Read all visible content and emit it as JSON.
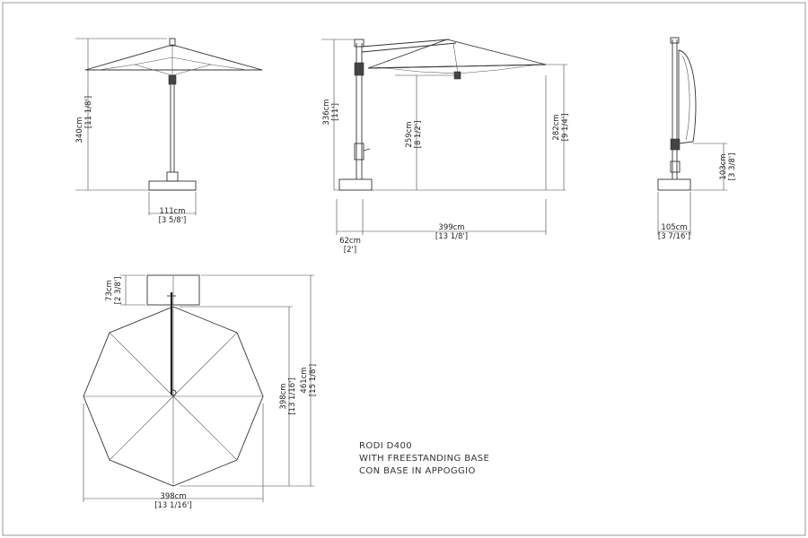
{
  "views": {
    "front": {
      "height_cm": "340cm",
      "height_in": "[11 1/8']",
      "base_cm": "111cm",
      "base_in": "[3 5/8']"
    },
    "side": {
      "height_cm": "336cm",
      "height_in": "[11']",
      "inner_cm": "259cm",
      "inner_in": "[8 1/2']",
      "outer_cm": "282cm",
      "outer_in": "[9 1/4']",
      "span_cm": "399cm",
      "span_in": "[13 1/8']",
      "offset_cm": "62cm",
      "offset_in": "[2']"
    },
    "closed": {
      "height_cm": "103cm",
      "height_in": "[3 3/8']",
      "width_cm": "105cm",
      "width_in": "[3 7/16']"
    },
    "top": {
      "base_cm": "73cm",
      "base_in": "[2 3/8']",
      "canopy_v_cm": "398cm",
      "canopy_v_in": "[13 1/16']",
      "total_cm": "461cm",
      "total_in": "[15 1/8']",
      "canopy_h_cm": "398cm",
      "canopy_h_in": "[13 1/16']"
    }
  },
  "notes": {
    "line1": "RODI D400",
    "line2": "WITH FREESTANDING BASE",
    "line3": "CON BASE IN APPOGGIO"
  }
}
